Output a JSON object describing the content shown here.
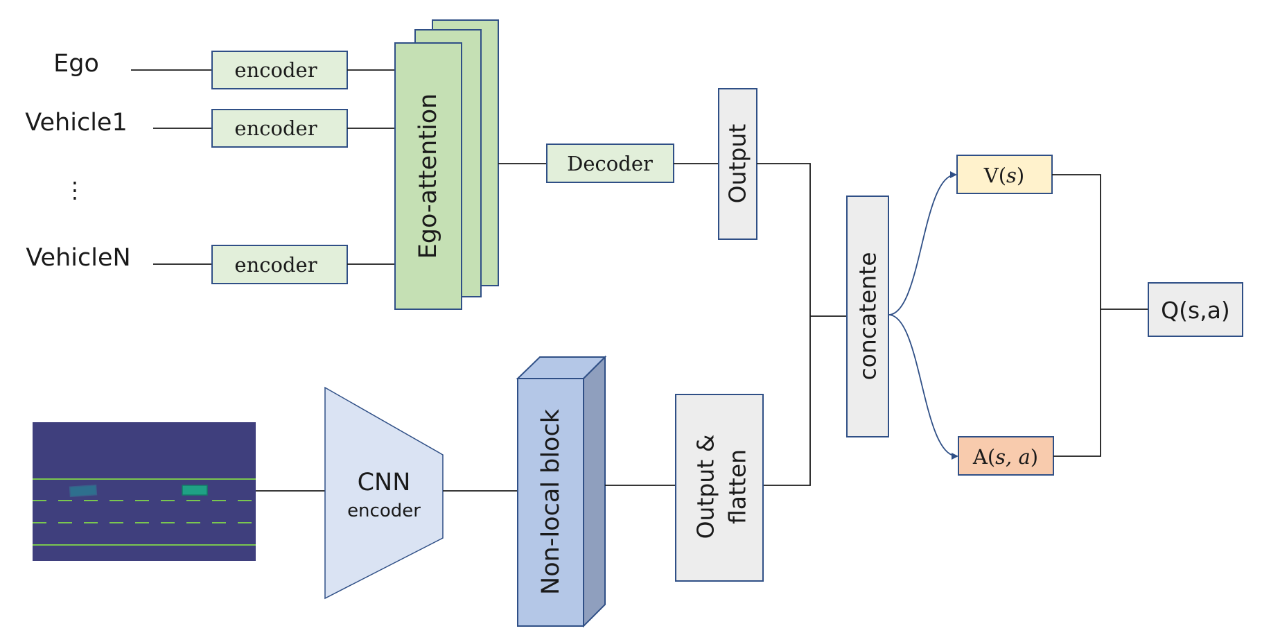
{
  "inputs": {
    "ego": "Ego",
    "vehicle1": "Vehicle1",
    "ellipsis": "⋮",
    "vehicleN": "VehicleN"
  },
  "encoders": {
    "ego": "encoder",
    "vehicle1": "encoder",
    "vehicleN": "encoder"
  },
  "ego_attention": "Ego-attention",
  "decoder": "Decoder",
  "output_top": "Output",
  "concat": "concatente",
  "cnn": {
    "title": "CNN",
    "subtitle": "encoder"
  },
  "nonlocal": "Non-local block",
  "output_flatten": {
    "line1": "Output &",
    "line2": "flatten"
  },
  "value": {
    "prefix": "V(",
    "arg": "s",
    "suffix": ")"
  },
  "advantage": {
    "prefix": "A(",
    "arg": "s, a",
    "suffix": ")"
  },
  "q": "Q(s,a)",
  "colors": {
    "encoder_fill": "#e2efda",
    "attention_fill": "#c5e0b4",
    "gray_fill": "#ededed",
    "nonlocal_front": "#b4c7e7",
    "nonlocal_side": "#8f9fbe",
    "cnn_fill": "#dae3f3",
    "value_fill": "#fff2cc",
    "advantage_fill": "#f8cbad",
    "road": "#3f3f7d",
    "lane": "#7ac74f",
    "car_ego": "#2e6f8e",
    "car_other": "#1fa185",
    "border": "#2f4f86"
  }
}
